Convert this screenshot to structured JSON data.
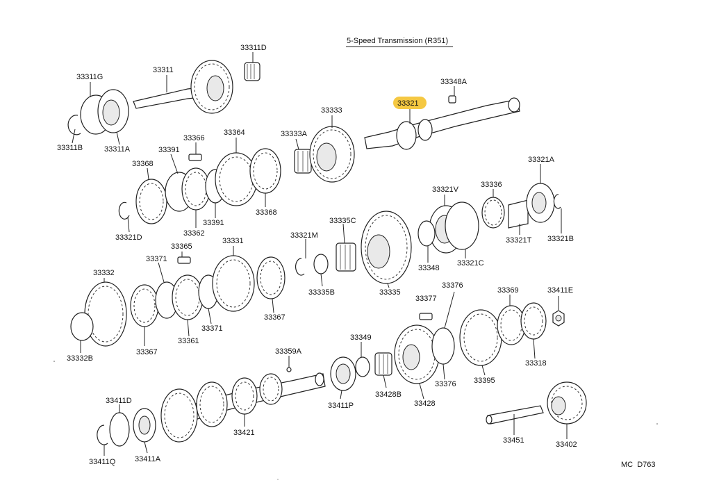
{
  "title": "5-Speed Transmission (R351)",
  "footer_code": "MC  D763",
  "highlight_color": "#f5c842",
  "highlighted_part": "33321",
  "labels": [
    {
      "id": "33311D",
      "text": "33311D"
    },
    {
      "id": "33311",
      "text": "33311"
    },
    {
      "id": "33311G",
      "text": "33311G"
    },
    {
      "id": "33311B",
      "text": "33311B"
    },
    {
      "id": "33311A",
      "text": "33311A"
    },
    {
      "id": "33348A",
      "text": "33348A"
    },
    {
      "id": "33321",
      "text": "33321"
    },
    {
      "id": "33333",
      "text": "33333"
    },
    {
      "id": "33366",
      "text": "33366"
    },
    {
      "id": "33364",
      "text": "33364"
    },
    {
      "id": "33333A",
      "text": "33333A"
    },
    {
      "id": "33391a",
      "text": "33391"
    },
    {
      "id": "33368a",
      "text": "33368"
    },
    {
      "id": "33321A",
      "text": "33321A"
    },
    {
      "id": "33321V",
      "text": "33321V"
    },
    {
      "id": "33336",
      "text": "33336"
    },
    {
      "id": "33368b",
      "text": "33368"
    },
    {
      "id": "33391b",
      "text": "33391"
    },
    {
      "id": "33362",
      "text": "33362"
    },
    {
      "id": "33321D",
      "text": "33321D"
    },
    {
      "id": "33335C",
      "text": "33335C"
    },
    {
      "id": "33321T",
      "text": "33321T"
    },
    {
      "id": "33321B",
      "text": "33321B"
    },
    {
      "id": "33365",
      "text": "33365"
    },
    {
      "id": "33331",
      "text": "33331"
    },
    {
      "id": "33321M",
      "text": "33321M"
    },
    {
      "id": "33371a",
      "text": "33371"
    },
    {
      "id": "33348",
      "text": "33348"
    },
    {
      "id": "33321C",
      "text": "33321C"
    },
    {
      "id": "33332",
      "text": "33332"
    },
    {
      "id": "33335B",
      "text": "33335B"
    },
    {
      "id": "33335",
      "text": "33335"
    },
    {
      "id": "33376a",
      "text": "33376"
    },
    {
      "id": "33369",
      "text": "33369"
    },
    {
      "id": "33411E",
      "text": "33411E"
    },
    {
      "id": "33377",
      "text": "33377"
    },
    {
      "id": "33367a",
      "text": "33367"
    },
    {
      "id": "33371b",
      "text": "33371"
    },
    {
      "id": "33361",
      "text": "33361"
    },
    {
      "id": "33367b",
      "text": "33367"
    },
    {
      "id": "33332B",
      "text": "33332B"
    },
    {
      "id": "33349",
      "text": "33349"
    },
    {
      "id": "33359A",
      "text": "33359A"
    },
    {
      "id": "33318",
      "text": "33318"
    },
    {
      "id": "33376b",
      "text": "33376"
    },
    {
      "id": "33395",
      "text": "33395"
    },
    {
      "id": "33428B",
      "text": "33428B"
    },
    {
      "id": "33428",
      "text": "33428"
    },
    {
      "id": "33411P",
      "text": "33411P"
    },
    {
      "id": "33411D",
      "text": "33411D"
    },
    {
      "id": "33421",
      "text": "33421"
    },
    {
      "id": "33451",
      "text": "33451"
    },
    {
      "id": "33402",
      "text": "33402"
    },
    {
      "id": "33411Q",
      "text": "33411Q"
    },
    {
      "id": "33411A",
      "text": "33411A"
    }
  ]
}
